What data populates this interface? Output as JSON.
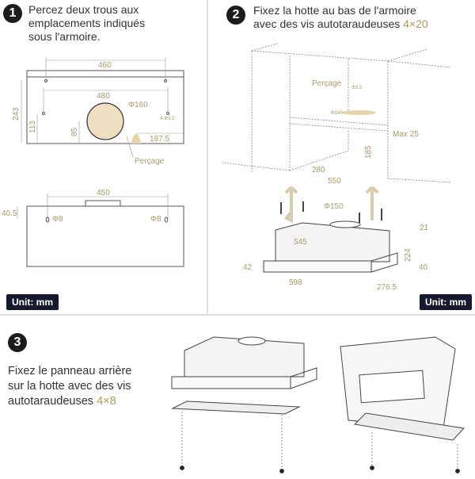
{
  "step1": {
    "number": "1",
    "lines": [
      "Percez deux trous aux",
      "emplacements indiqués",
      "sous l'armoire."
    ],
    "dims": {
      "w460": "460",
      "w480": "480",
      "h243": "243",
      "h113": "113",
      "h85": "85",
      "d160": "Φ160",
      "holes": "4-Φ3.5",
      "d187": "187.5",
      "w450": "450",
      "h40": "40.5",
      "p8a": "Φ8",
      "p8b": "Φ8"
    },
    "drill_label": "Perçage",
    "unit": "Unit: mm"
  },
  "step2": {
    "number": "2",
    "lines": [
      "Fixez la hotte au bas de l'armoire",
      "avec des vis autotaraudeuses "
    ],
    "screw": "4×20",
    "dims": {
      "drill": "Perçage",
      "max": "Max 25",
      "h185": "185",
      "w280": "280",
      "w550": "550",
      "d150": "Φ150",
      "w545": "545",
      "h21": "21",
      "h224": "224",
      "h42": "42",
      "h40": "40",
      "w598": "598",
      "d276": "276.5",
      "small1": "Φ3.5",
      "small2": "Φ160"
    },
    "unit": "Unit: mm"
  },
  "step3": {
    "number": "3",
    "lines": [
      "Fixez le panneau arrière",
      "sur la hotte avec des vis",
      "autotaraudeuses "
    ],
    "screw": "4×8"
  },
  "colors": {
    "accent": "#b39a5c",
    "badge": "#151a2e",
    "line": "#555555"
  }
}
